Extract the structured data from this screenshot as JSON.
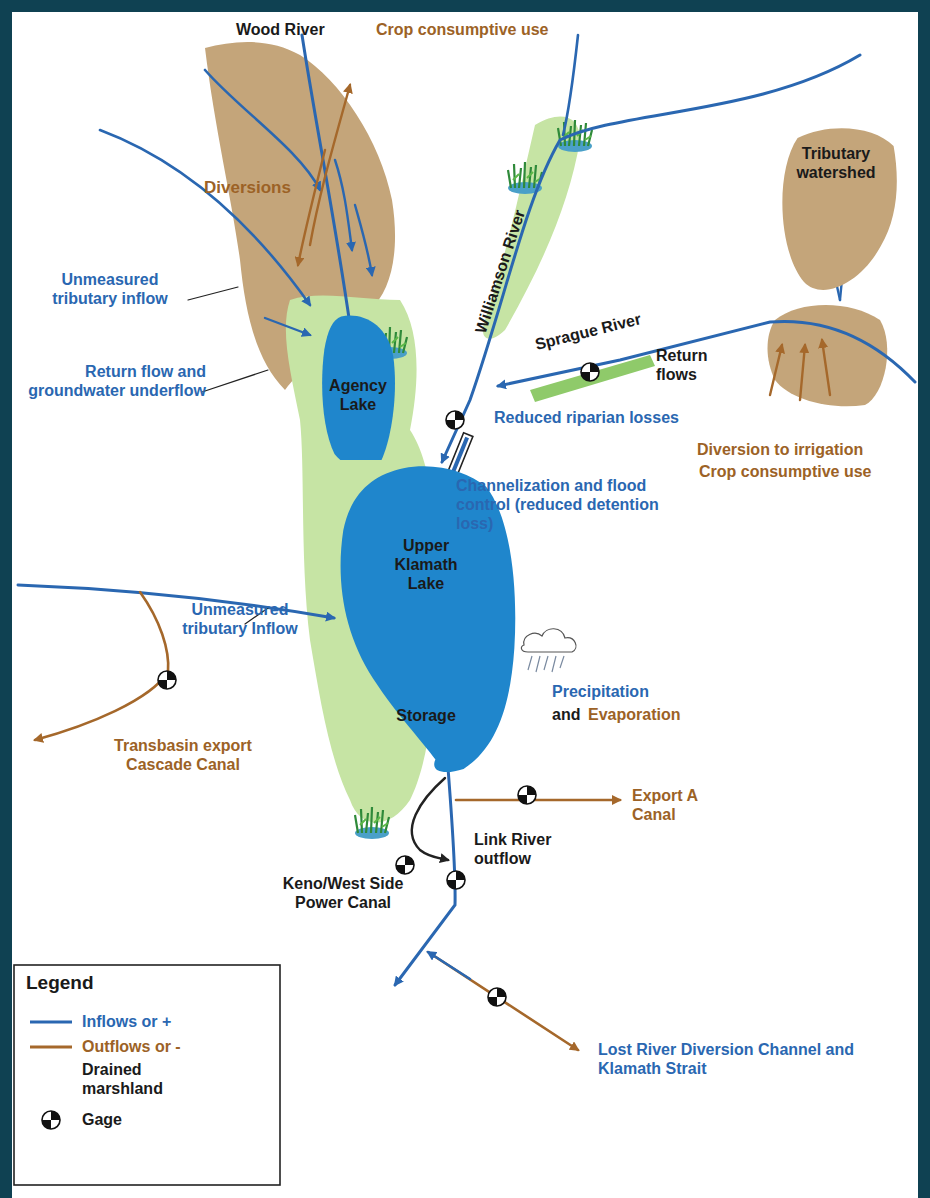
{
  "diagram": {
    "nodes": [
      {
        "text": [
          "Tributary watershed"
        ]
      },
      {
        "text": [
          "Agency Lake"
        ]
      },
      {
        "text": [
          "Upper Klamath Lake",
          "Storage"
        ]
      }
    ],
    "labels": [
      "Wood River",
      "Crop consumptive use",
      "Diversions",
      "Unmeasured tributary inflow",
      "Return flow and groundwater underflow",
      "Sprague River",
      "Return flows",
      "Williamson River",
      "Reduced riparian losses",
      "Diversion to irrigation",
      "Crop consumptive use",
      "Channelization and flood control (reduced detention loss)",
      "Unmeasured tributary Inflow",
      "Precipitation",
      "and",
      "Evaporation",
      "Transbasin export Cascade Canal",
      "Export A Canal",
      "Link River outflow",
      "Keno/West Side Power Canal",
      "Lost River Diversion Channel and Klamath Strait",
      "Legend"
    ],
    "legend": [
      {
        "text": "Inflows or +"
      },
      {
        "text": "Outflows or -"
      },
      {
        "text": "Drained marshland"
      },
      {
        "text": "Gage"
      }
    ]
  }
}
